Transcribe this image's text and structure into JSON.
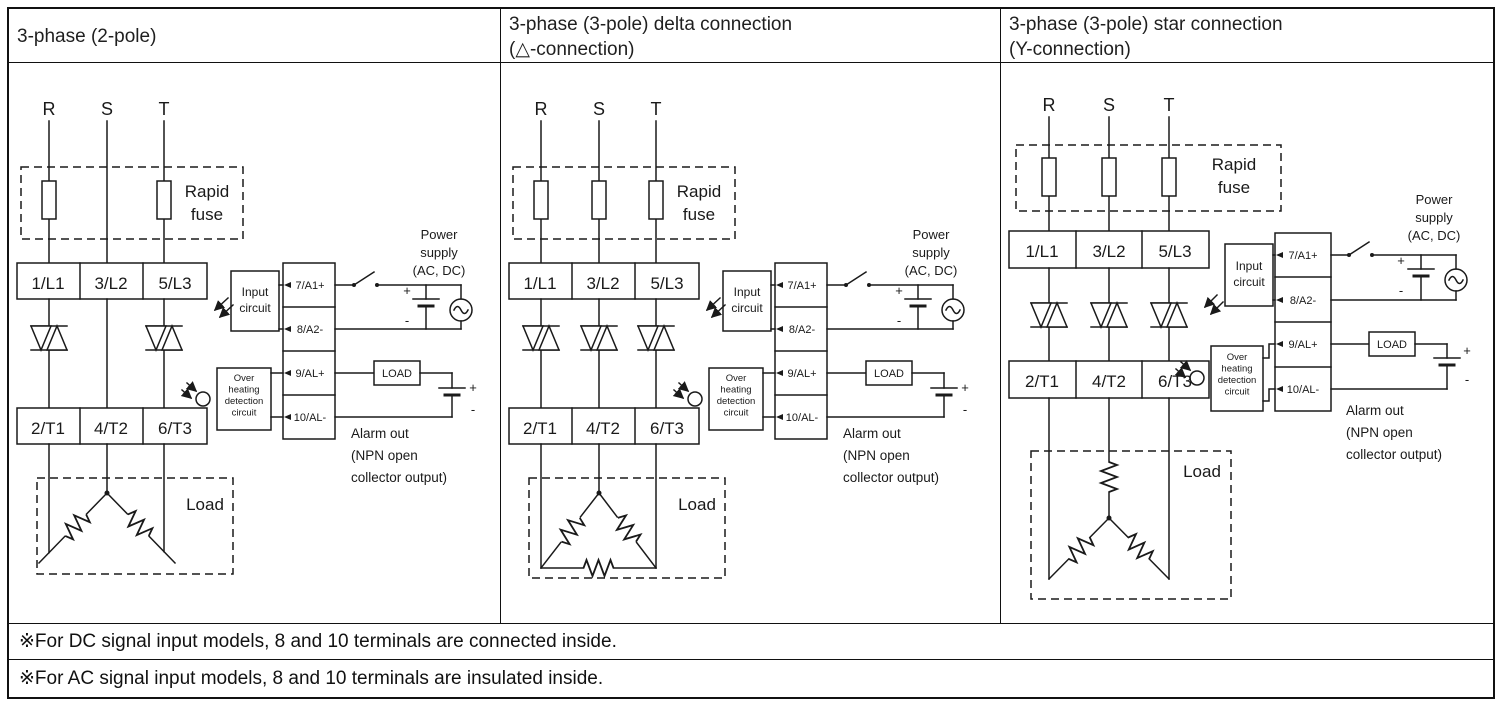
{
  "header": {
    "titles": [
      {
        "line1": "3-phase (2-pole)",
        "line2": ""
      },
      {
        "line1": "3-phase (3-pole) delta connection",
        "line2": "(△-connection)"
      },
      {
        "line1": "3-phase (3-pole) star connection",
        "line2": "(Y-connection)"
      }
    ]
  },
  "diagram": {
    "phases": [
      "R",
      "S",
      "T"
    ],
    "rapid_fuse_line1": "Rapid",
    "rapid_fuse_line2": "fuse",
    "terminals_top": [
      "1/L1",
      "3/L2",
      "5/L3"
    ],
    "terminals_bottom": [
      "2/T1",
      "4/T2",
      "6/T3"
    ],
    "control_terminals": [
      "7/A1+",
      "8/A2-",
      "9/AL+",
      "10/AL-"
    ],
    "input_circuit_line1": "Input",
    "input_circuit_line2": "circuit",
    "overheat_line1": "Over",
    "overheat_line2": "heating",
    "overheat_line3": "detection",
    "overheat_line4": "circuit",
    "power_supply_line1": "Power",
    "power_supply_line2": "supply",
    "power_supply_line3": "(AC, DC)",
    "plus": "+",
    "minus": "-",
    "load_box_label": "LOAD",
    "alarm_line1": "Alarm out",
    "alarm_line2": "(NPN open",
    "alarm_line3": "collector output)",
    "load_area_label": "Load"
  },
  "notes": [
    "※For DC signal input models, 8 and 10 terminals are connected inside.",
    "※For AC signal input models, 8 and 10 terminals are insulated inside."
  ],
  "colors": {
    "line": "#1a1a1a",
    "background": "#ffffff"
  }
}
